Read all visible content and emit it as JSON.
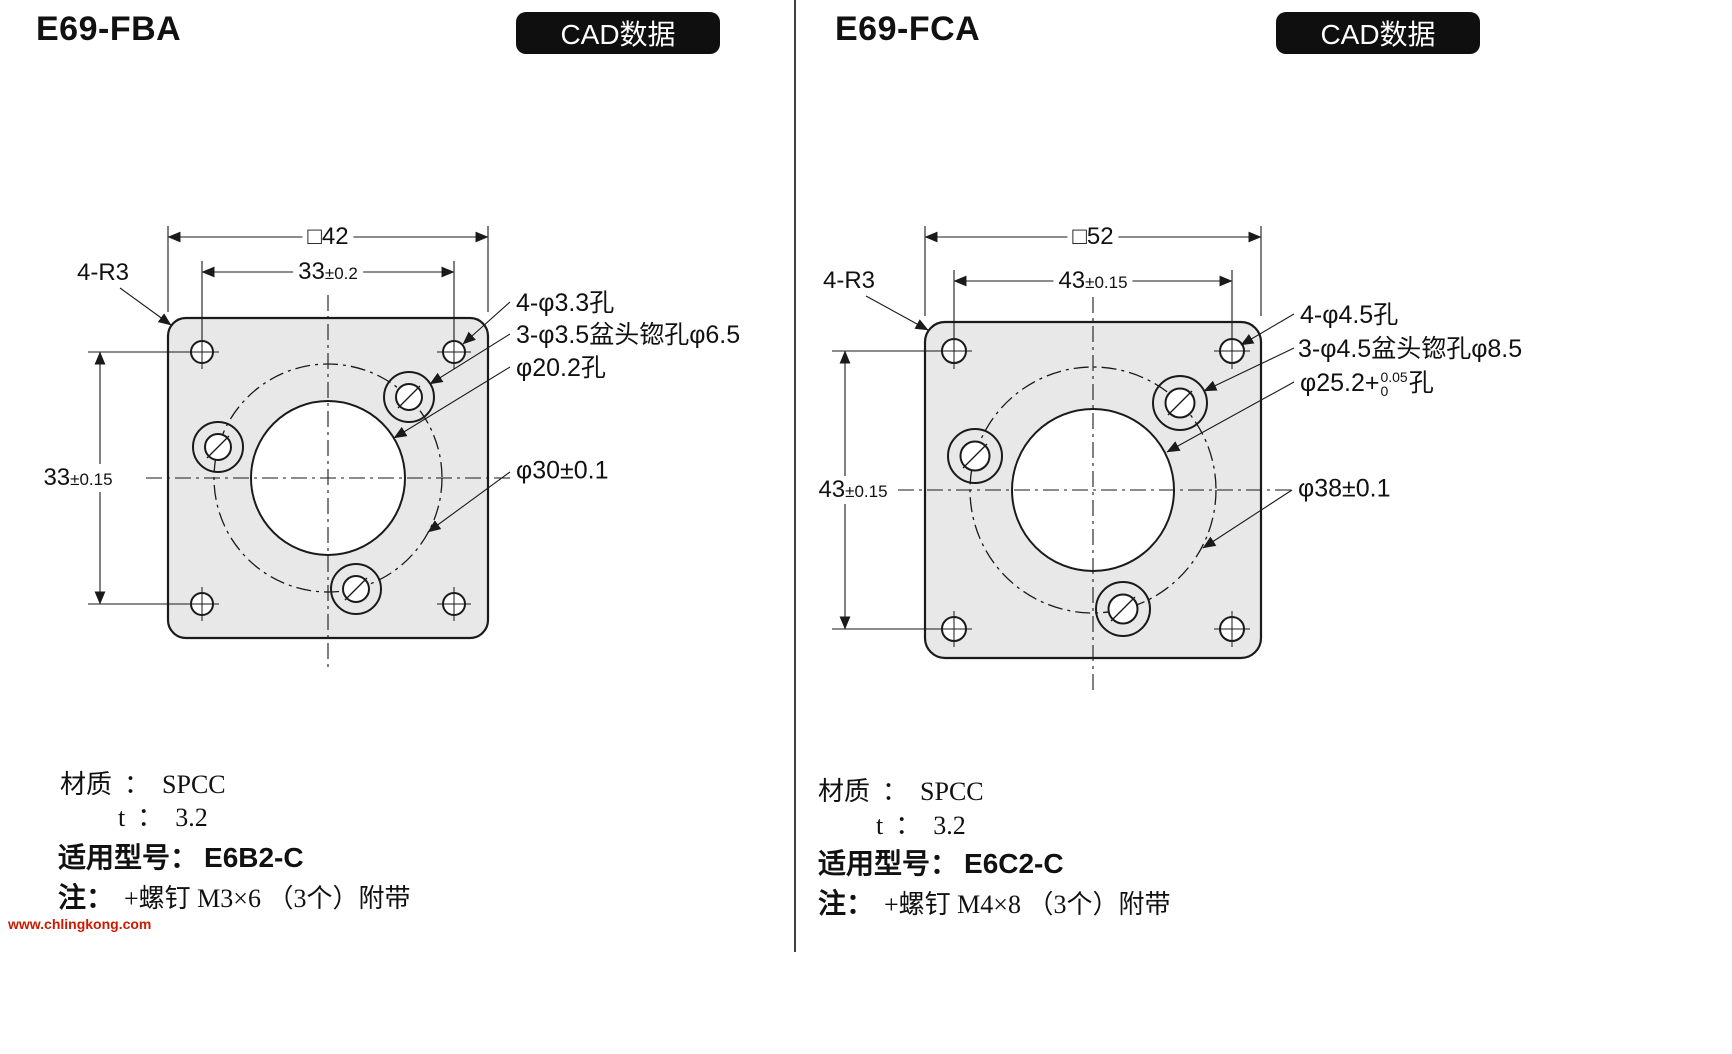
{
  "watermark": "www.chlingkong.com",
  "colors": {
    "badge_bg": "#0f0f0f",
    "badge_text": "#ffffff",
    "plate_fill": "#e8e8e8",
    "line": "#1a1a1a",
    "watermark": "#cc1a00"
  },
  "panels": [
    {
      "title": "E69-FBA",
      "badge": "CAD数据",
      "dims": {
        "outer_width": "□42",
        "hole_pitch_h_main": "33",
        "hole_pitch_h_tol": "±0.2",
        "corner_radius": "4-R3",
        "hole_pitch_v_main": "33",
        "hole_pitch_v_tol": "±0.15"
      },
      "callouts": {
        "corner_holes": "4-φ3.3孔",
        "countersunk_holes": "3-φ3.5盆头锪孔φ6.5",
        "center_hole": "φ20.2孔",
        "bolt_circle": "φ30±0.1"
      },
      "specs": {
        "material_label": "材质",
        "colon": "：",
        "material_value": "SPCC",
        "thickness_label": "t",
        "thickness_value": "3.2",
        "model_label": "适用型号：",
        "model_value": "E6B2-C",
        "note_label": "注：",
        "note_value": "+螺钉 M3×6 （3个）附带"
      }
    },
    {
      "title": "E69-FCA",
      "badge": "CAD数据",
      "dims": {
        "outer_width": "□52",
        "hole_pitch_h_main": "43",
        "hole_pitch_h_tol": "±0.15",
        "corner_radius": "4-R3",
        "hole_pitch_v_main": "43",
        "hole_pitch_v_tol": "±0.15"
      },
      "callouts": {
        "corner_holes": "4-φ4.5孔",
        "countersunk_holes": "3-φ4.5盆头锪孔φ8.5",
        "center_hole_prefix": "φ25.2+",
        "center_hole_tol_upper": "0.05",
        "center_hole_tol_lower": "0",
        "center_hole_suffix": "孔",
        "bolt_circle": "φ38±0.1"
      },
      "specs": {
        "material_label": "材质",
        "colon": "：",
        "material_value": "SPCC",
        "thickness_label": "t",
        "thickness_value": "3.2",
        "model_label": "适用型号：",
        "model_value": "E6C2-C",
        "note_label": "注：",
        "note_value": "+螺钉 M4×8 （3个）附带"
      }
    }
  ]
}
